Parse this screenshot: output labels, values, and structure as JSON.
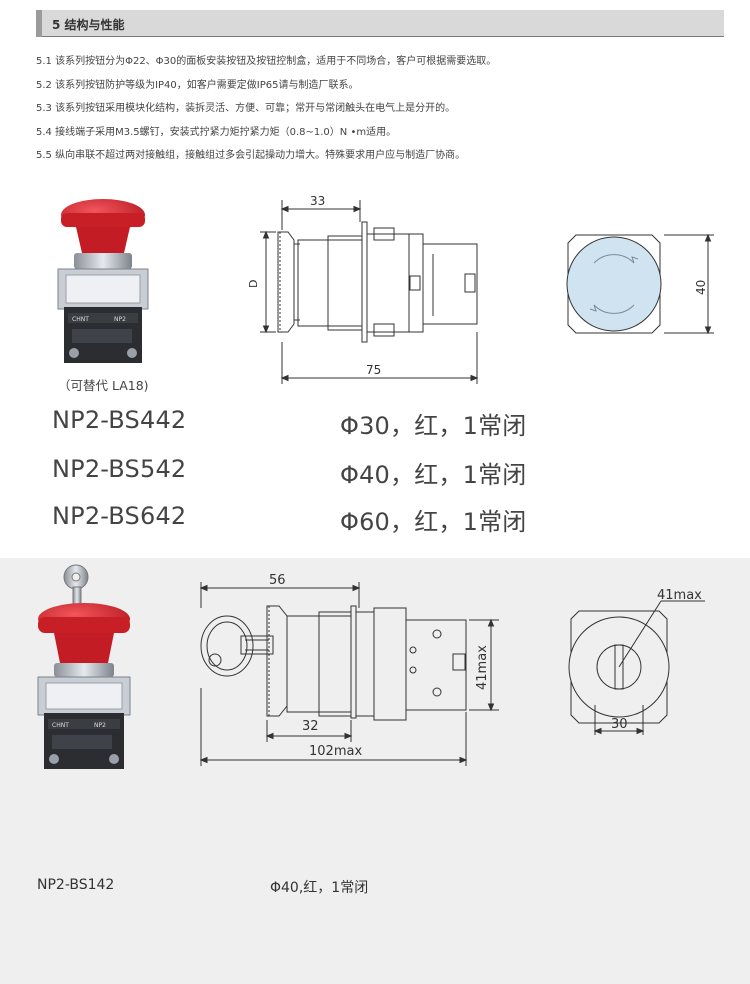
{
  "header": {
    "title": "5 结构与性能"
  },
  "specs": [
    "5.1 该系列按钮分为Φ22、Φ30的面板安装按钮及按钮控制盒，适用于不同场合，客户可根据需要选取。",
    "5.2 该系列按钮防护等级为IP40，如客户需要定做IP65请与制造厂联系。",
    "5.3 该系列按钮采用模块化结构，装拆灵活、方便、可靠；常开与常闭触头在电气上是分开的。",
    "5.4 接线端子采用M3.5螺钉，安装式拧紧力矩拧紧力矩（0.8~1.0）N •m适用。",
    "5.5 纵向串联不超过两对接触组，接触组过多会引起操动力增大。特殊要求用户应与制造厂协商。"
  ],
  "product1": {
    "caption": "（可替代 LA18)",
    "label_brand": "CHNT",
    "label_model": "NP2",
    "dims": {
      "d_label": "D",
      "top": "33",
      "bottom": "75",
      "right": "40"
    },
    "models": [
      {
        "code": "NP2-BS442",
        "desc": "Φ30，红，1常闭"
      },
      {
        "code": "NP2-BS542",
        "desc": "Φ40，红，1常闭"
      },
      {
        "code": "NP2-BS642",
        "desc": "Φ60，红，1常闭"
      }
    ]
  },
  "product2": {
    "label_brand": "CHNT",
    "label_model": "NP2",
    "dims": {
      "top": "56",
      "inner": "32",
      "bottom": "102max",
      "height": "41max",
      "front_top": "41max",
      "front_bottom": "30"
    },
    "model": {
      "code": "NP2-BS142",
      "desc": "Φ40,红，1常闭"
    }
  },
  "colors": {
    "header_bg": "#d9d9d9",
    "section2_bg": "#efefef",
    "button_red": "#d8252e"
  }
}
